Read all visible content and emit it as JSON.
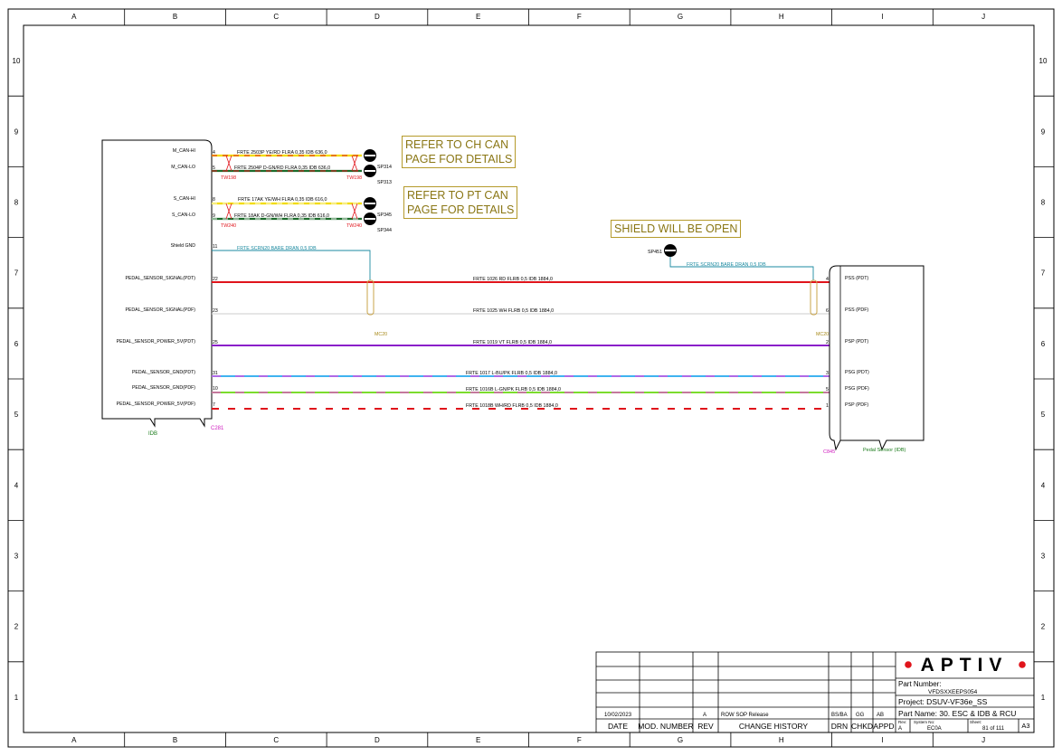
{
  "border": {
    "cols": [
      "A",
      "B",
      "C",
      "D",
      "E",
      "F",
      "G",
      "H",
      "I",
      "J"
    ],
    "rows": [
      "10",
      "9",
      "8",
      "7",
      "6",
      "5",
      "4",
      "3",
      "2",
      "1"
    ]
  },
  "notes": {
    "ch_can": [
      "REFER TO CH CAN",
      "PAGE FOR DETAILS"
    ],
    "pt_can": [
      "REFER TO PT CAN",
      "PAGE FOR DETAILS"
    ],
    "shield": "SHIELD WILL BE OPEN"
  },
  "left_connector": {
    "name": "C281",
    "module": "IDB",
    "pins": [
      {
        "label": "M_CAN-HI",
        "pin": "4"
      },
      {
        "label": "M_CAN-LO",
        "pin": "5"
      },
      {
        "label": "S_CAN-HI",
        "pin": "8"
      },
      {
        "label": "S_CAN-LO",
        "pin": "9"
      },
      {
        "label": "Shield GND",
        "pin": "11"
      },
      {
        "label": "PEDAL_SENSOR_SIGNAL(PDT)",
        "pin": "22"
      },
      {
        "label": "PEDAL_SENSOR_SIGNAL(PDF)",
        "pin": "23"
      },
      {
        "label": "PEDAL_SENSOR_POWER_5V(PDT)",
        "pin": "25"
      },
      {
        "label": "PEDAL_SENSOR_GND(PDT)",
        "pin": "31"
      },
      {
        "label": "PEDAL_SENSOR_GND(PDF)",
        "pin": "10"
      },
      {
        "label": "PEDAL_SENSOR_POWER_5V(PDF)",
        "pin": "7"
      }
    ]
  },
  "right_connector": {
    "name": "C845",
    "module": "Pedal Sensor (IDB)",
    "pins": [
      {
        "label": "PSS (PDT)",
        "pin": "4"
      },
      {
        "label": "PSS (PDF)",
        "pin": "6"
      },
      {
        "label": "PSP (PDT)",
        "pin": "2"
      },
      {
        "label": "PSG (PDT)",
        "pin": "3"
      },
      {
        "label": "PSG (PDF)",
        "pin": "5"
      },
      {
        "label": "PSP (PDF)",
        "pin": "1"
      }
    ]
  },
  "wires": {
    "m_can_hi": "FRTE  2503P  YE/RD  FLRA  0,35  IDB  636,0",
    "m_can_lo": "FRTE  2504P  D-GN/RD  FLRA  0,35  IDB  636,0",
    "s_can_hi": "FRTE  17AK  YE/WH  FLRA  0,35  IDB  616,0",
    "s_can_lo": "FRTE  18AK  D-GN/WH  FLRA  0,35  IDB  616,0",
    "shield_left": "FRTE  SCRN20  BARE  DRAN  0,5  IDB",
    "shield_right": "FRTE  SCRN20  BARE  DRAN  0,5  IDB",
    "w1026": "FRTE  1026  RD  FLRB  0,5  IDB  1884,0",
    "w1025": "FRTE  1025  WH  FLRB  0,5  IDB  1884,0",
    "w1019": "FRTE  1019  VT  FLRB  0,5  IDB  1884,0",
    "w1017": "FRTE  1017  L-BU/PK  FLRB  0,5  IDB  1884,0",
    "w1016": "FRTE  1016B  L-GN/PK  FLRB  0,5  IDB  1884,0",
    "w1018": "FRTE  1018B  WH/RD  FLRB  0,5  IDB  1884,0"
  },
  "twists": {
    "tw198": "TW198",
    "tw240": "TW240"
  },
  "splices": {
    "sp314": "SP314",
    "sp313": "SP313",
    "sp345": "SP345",
    "sp344": "SP344",
    "sp451": "SP451"
  },
  "shield_markers": {
    "mc20": "MC20"
  },
  "wire_colors": {
    "yellow": "#f2dc00",
    "dkgreen": "#1b6b2a",
    "red": "#e0141b",
    "violet": "#8a1fc9",
    "lblue": "#3fb3f0",
    "lgreen": "#7bdc2d",
    "pink": "#f03ee0",
    "shield": "#1b8aa0",
    "tan": "#c9a44a"
  },
  "title_block": {
    "revision_row": {
      "date": "10/02/2023",
      "rev": "A",
      "history": "ROW SOP Release",
      "drn": "BS/BA",
      "chkd": "GG",
      "appd": "AB"
    },
    "headers": {
      "date": "DATE",
      "mod": "MOD. NUMBER",
      "rev": "REV",
      "history": "CHANGE HISTORY",
      "drn": "DRN",
      "chkd": "CHKD",
      "appd": "APPD"
    },
    "logo": "APTIV",
    "part_number_label": "Part Number:",
    "part_number": "VFDSXXEEPS054",
    "project": "Project: DSUV-VF36e_SS",
    "part_name": "Part Name:  30. ESC & IDB & RCU",
    "rev_label": "Rev:",
    "rev_value": "A",
    "system_label": "System No:",
    "system_value": "EC0A",
    "sheet_label": "Sheet:",
    "sheet_value": "81  of 111",
    "size": "A3"
  }
}
